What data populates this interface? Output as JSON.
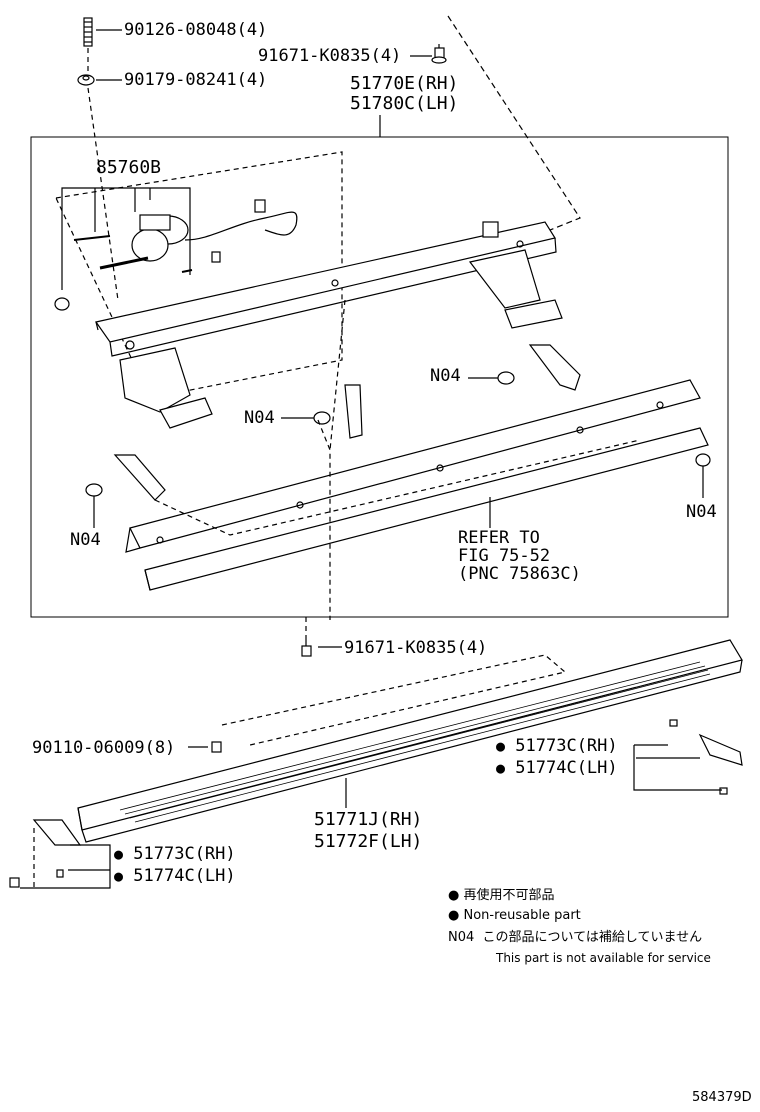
{
  "labels": {
    "bolt_top": "90126-08048(4)",
    "washer_top": "90179-08241(4)",
    "bolt_right_top": "91671-K0835(4)",
    "assembly_rh": "51770E(RH)",
    "assembly_lh": "51780C(LH)",
    "motor": "85760B",
    "n04_a": "N04",
    "n04_b": "N04",
    "n04_c": "N04",
    "n04_d": "N04",
    "refer_1": "REFER TO",
    "refer_2": "FIG 75-52",
    "refer_3": "(PNC 75863C)",
    "bolt_mid": "91671-K0835(4)",
    "screw": "90110-06009(8)",
    "cap_right_rh": "51773C(RH)",
    "cap_right_lh": "51774C(LH)",
    "step_rh": "51771J(RH)",
    "step_lh": "51772F(LH)",
    "cap_left_rh": "51773C(RH)",
    "cap_left_lh": "51774C(LH)"
  },
  "legend": {
    "jp_nonreusable": "再使用不可部品",
    "en_nonreusable": "Non-reusable part",
    "n04_code": "N04",
    "jp_not_available": "この部品については補給していません",
    "en_not_available": "This part is not available for service"
  },
  "bullet": "●",
  "diagram_id": "584379D"
}
